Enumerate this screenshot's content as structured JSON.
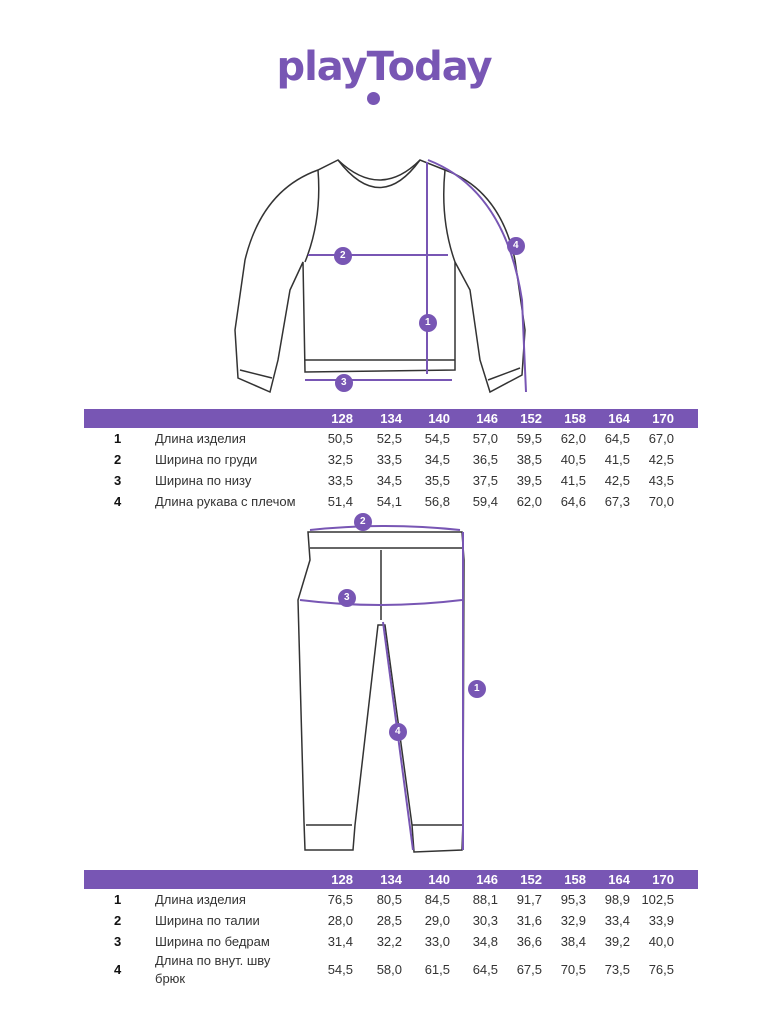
{
  "brand": {
    "logo": "playToday"
  },
  "sizes": [
    "128",
    "134",
    "140",
    "146",
    "152",
    "158",
    "164",
    "170"
  ],
  "markers": [
    "1",
    "2",
    "3",
    "4"
  ],
  "top_table": {
    "rows": [
      {
        "num": "1",
        "label": "Длина изделия",
        "values": [
          "50,5",
          "52,5",
          "54,5",
          "57,0",
          "59,5",
          "62,0",
          "64,5",
          "67,0"
        ]
      },
      {
        "num": "2",
        "label": "Ширина по груди",
        "values": [
          "32,5",
          "33,5",
          "34,5",
          "36,5",
          "38,5",
          "40,5",
          "41,5",
          "42,5"
        ]
      },
      {
        "num": "3",
        "label": "Ширина по низу",
        "values": [
          "33,5",
          "34,5",
          "35,5",
          "37,5",
          "39,5",
          "41,5",
          "42,5",
          "43,5"
        ]
      },
      {
        "num": "4",
        "label": "Длина рукава с плечом",
        "values": [
          "51,4",
          "54,1",
          "56,8",
          "59,4",
          "62,0",
          "64,6",
          "67,3",
          "70,0"
        ]
      }
    ]
  },
  "bottom_table": {
    "rows": [
      {
        "num": "1",
        "label": "Длина изделия",
        "values": [
          "76,5",
          "80,5",
          "84,5",
          "88,1",
          "91,7",
          "95,3",
          "98,9",
          "102,5"
        ]
      },
      {
        "num": "2",
        "label": "Ширина по талии",
        "values": [
          "28,0",
          "28,5",
          "29,0",
          "30,3",
          "31,6",
          "32,9",
          "33,4",
          "33,9"
        ]
      },
      {
        "num": "3",
        "label": "Ширина по бедрам",
        "values": [
          "31,4",
          "32,2",
          "33,0",
          "34,8",
          "36,6",
          "38,4",
          "39,2",
          "40,0"
        ]
      },
      {
        "num": "4",
        "label": "Длина по внут. шву брюк",
        "values": [
          "54,5",
          "58,0",
          "61,5",
          "64,5",
          "67,5",
          "70,5",
          "73,5",
          "76,5"
        ]
      }
    ]
  },
  "colors": {
    "accent": "#7856b4"
  }
}
